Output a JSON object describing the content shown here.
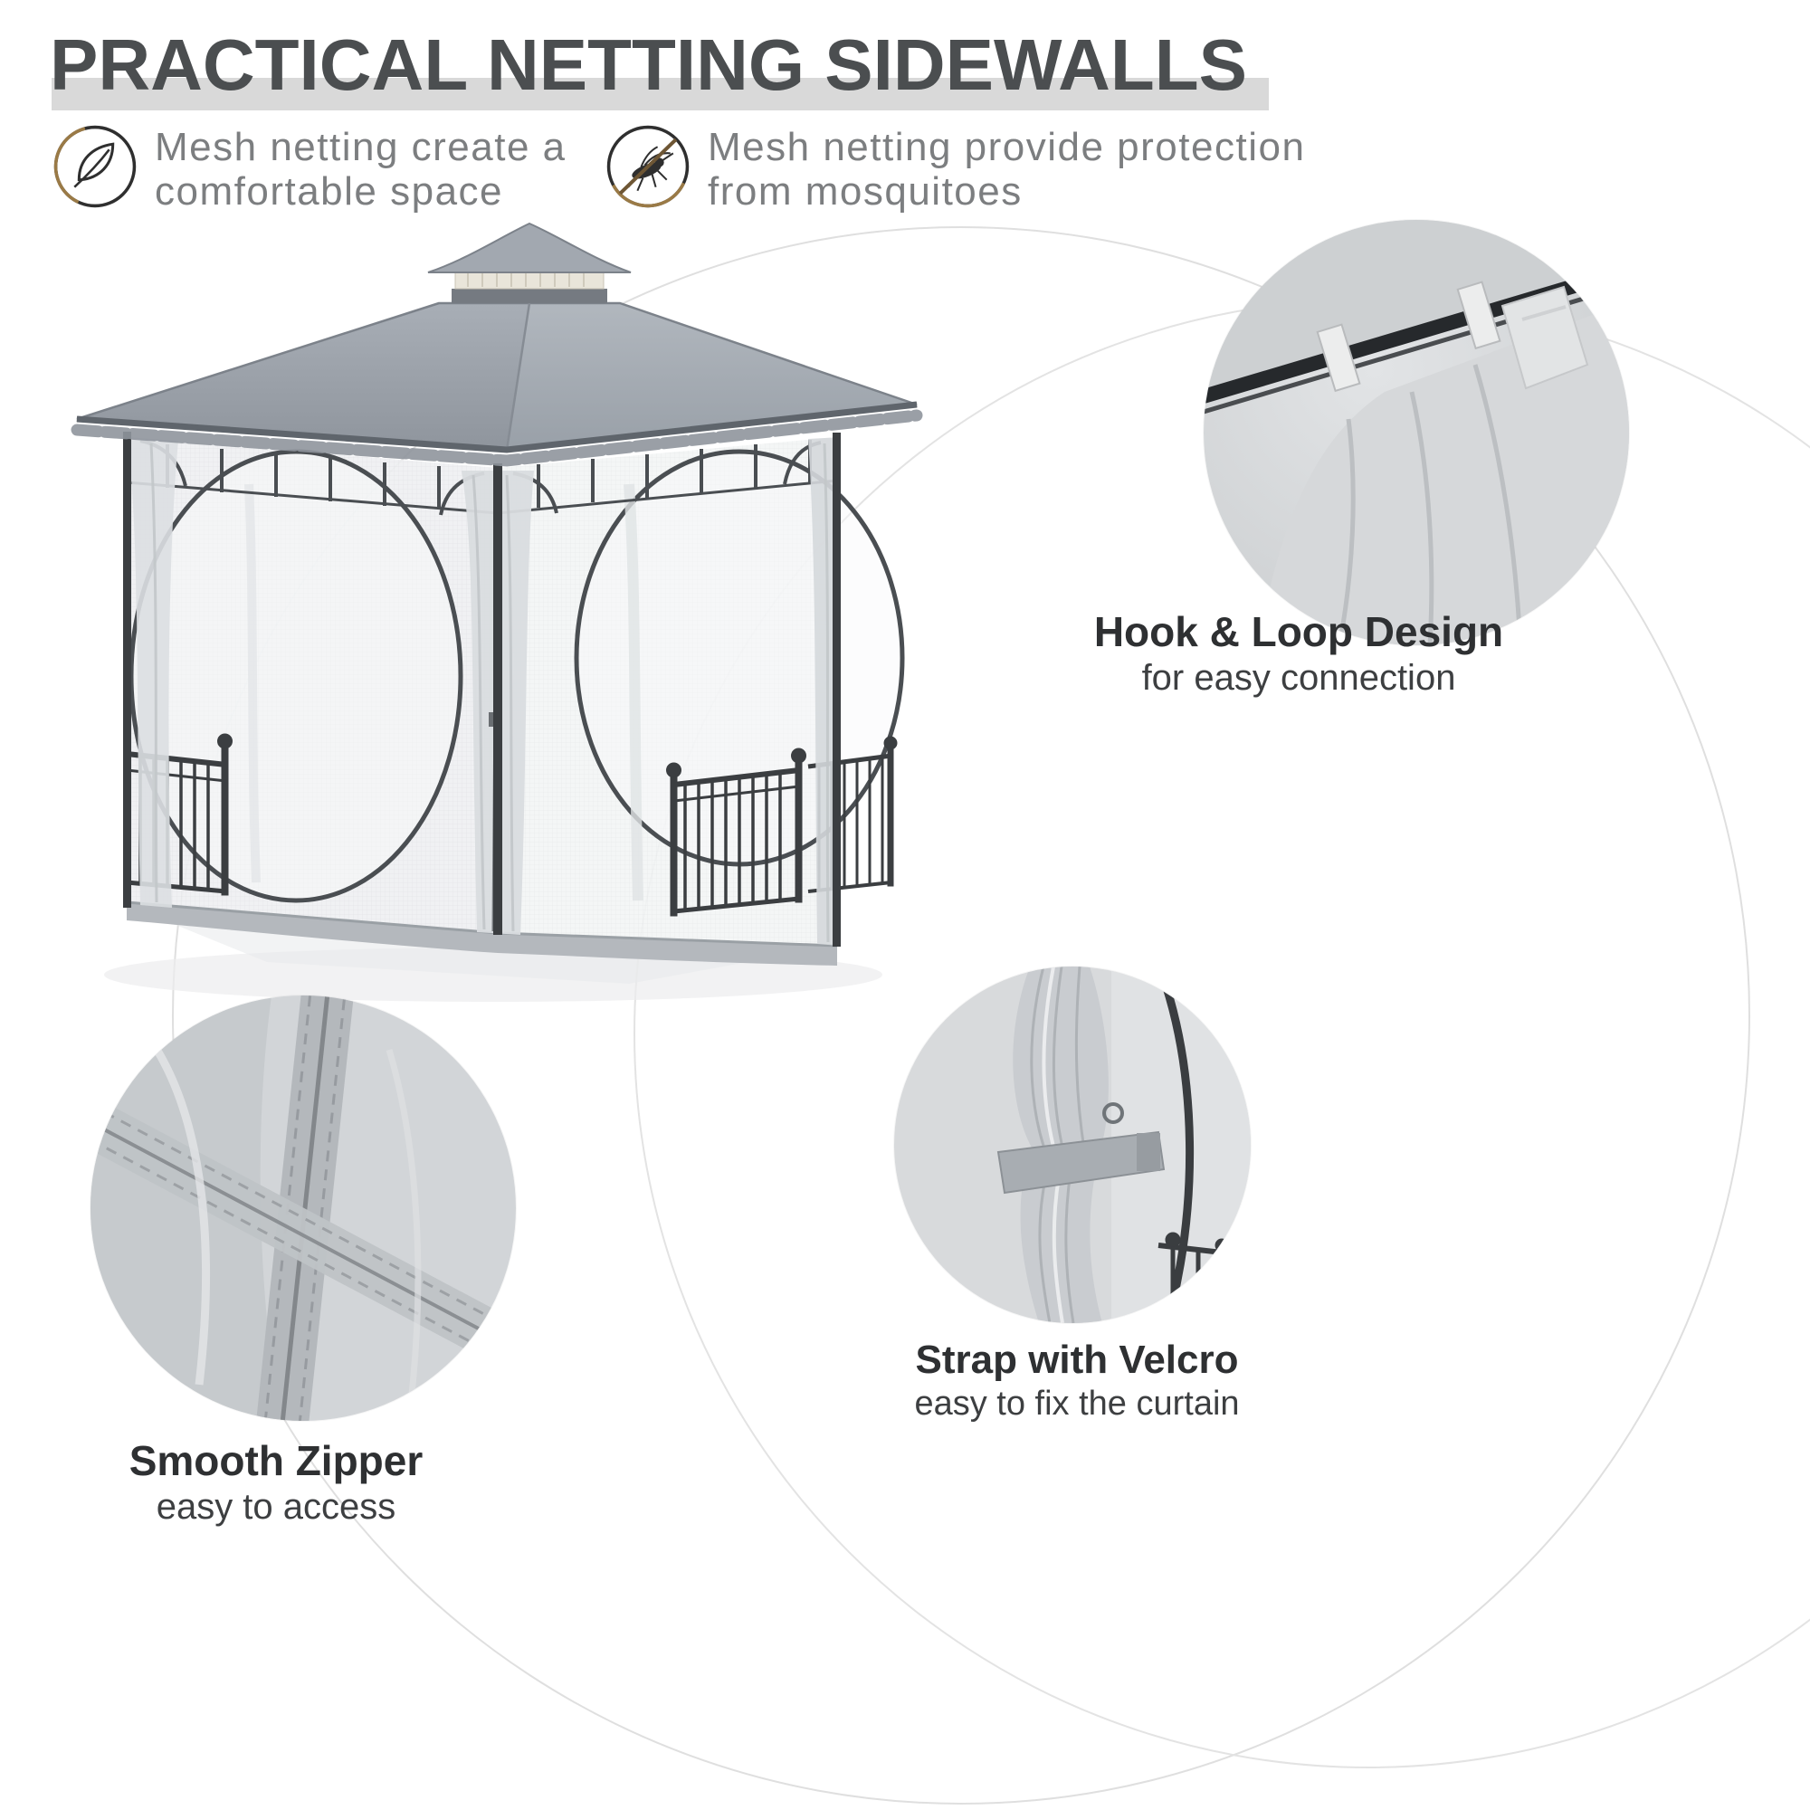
{
  "header": {
    "title": "PRACTICAL NETTING SIDEWALLS"
  },
  "features": [
    {
      "icon": "leaf-icon",
      "line1": "Mesh netting create a",
      "line2": "comfortable space"
    },
    {
      "icon": "no-mosquito-icon",
      "line1": "Mesh netting provide protection",
      "line2": "from mosquitoes"
    }
  ],
  "callouts": {
    "hook": {
      "title": "Hook & Loop Design",
      "subtitle": "for easy connection"
    },
    "zipper": {
      "title": "Smooth Zipper",
      "subtitle": "easy to access"
    },
    "strap": {
      "title": "Strap with Velcro",
      "subtitle": "easy to fix the curtain"
    }
  },
  "colors": {
    "title_text": "#4b4e50",
    "title_bar": "#d9d9d9",
    "canopy_gray": "#9ba1a9",
    "frame_dark": "#3b3e41",
    "icon_accent_brown": "#9a7a46",
    "feature_text_gray": "#7c7e80"
  }
}
